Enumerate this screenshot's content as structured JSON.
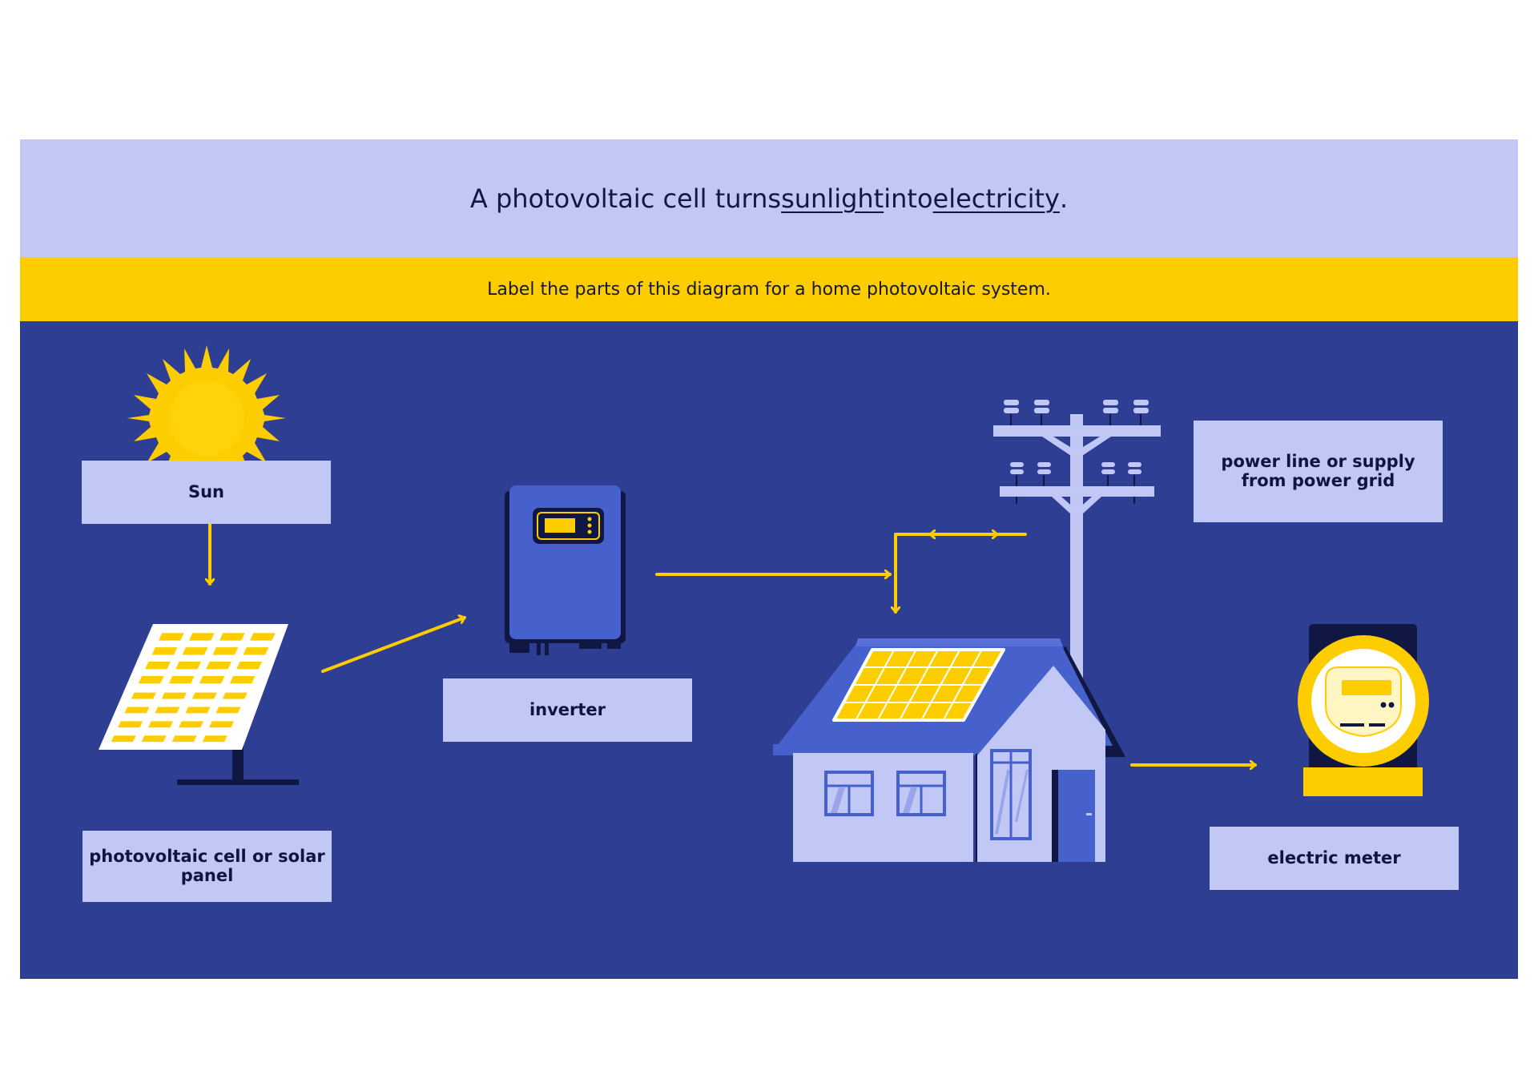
{
  "header": {
    "title_before": "A photovoltaic cell turns ",
    "title_link1": "sunlight",
    "title_middle": " into ",
    "title_link2": "electricity",
    "title_end": "."
  },
  "instruction": "Label the parts of this diagram for a home photovoltaic system.",
  "labels": {
    "sun": "Sun",
    "solar_panel": "photovoltaic cell or solar panel",
    "inverter": "inverter",
    "power_line": "power line or supply from power grid",
    "electric_meter": "electric meter"
  },
  "colors": {
    "header_bg": "#c2c8f6",
    "instruction_bg": "#fecd00",
    "diagram_bg": "#2e3e93",
    "arrow": "#fecd00",
    "dark_text": "#101441"
  },
  "icons": [
    "sun-icon",
    "solar-panel-icon",
    "inverter-icon",
    "house-icon",
    "utility-pole-icon",
    "electric-meter-icon"
  ]
}
